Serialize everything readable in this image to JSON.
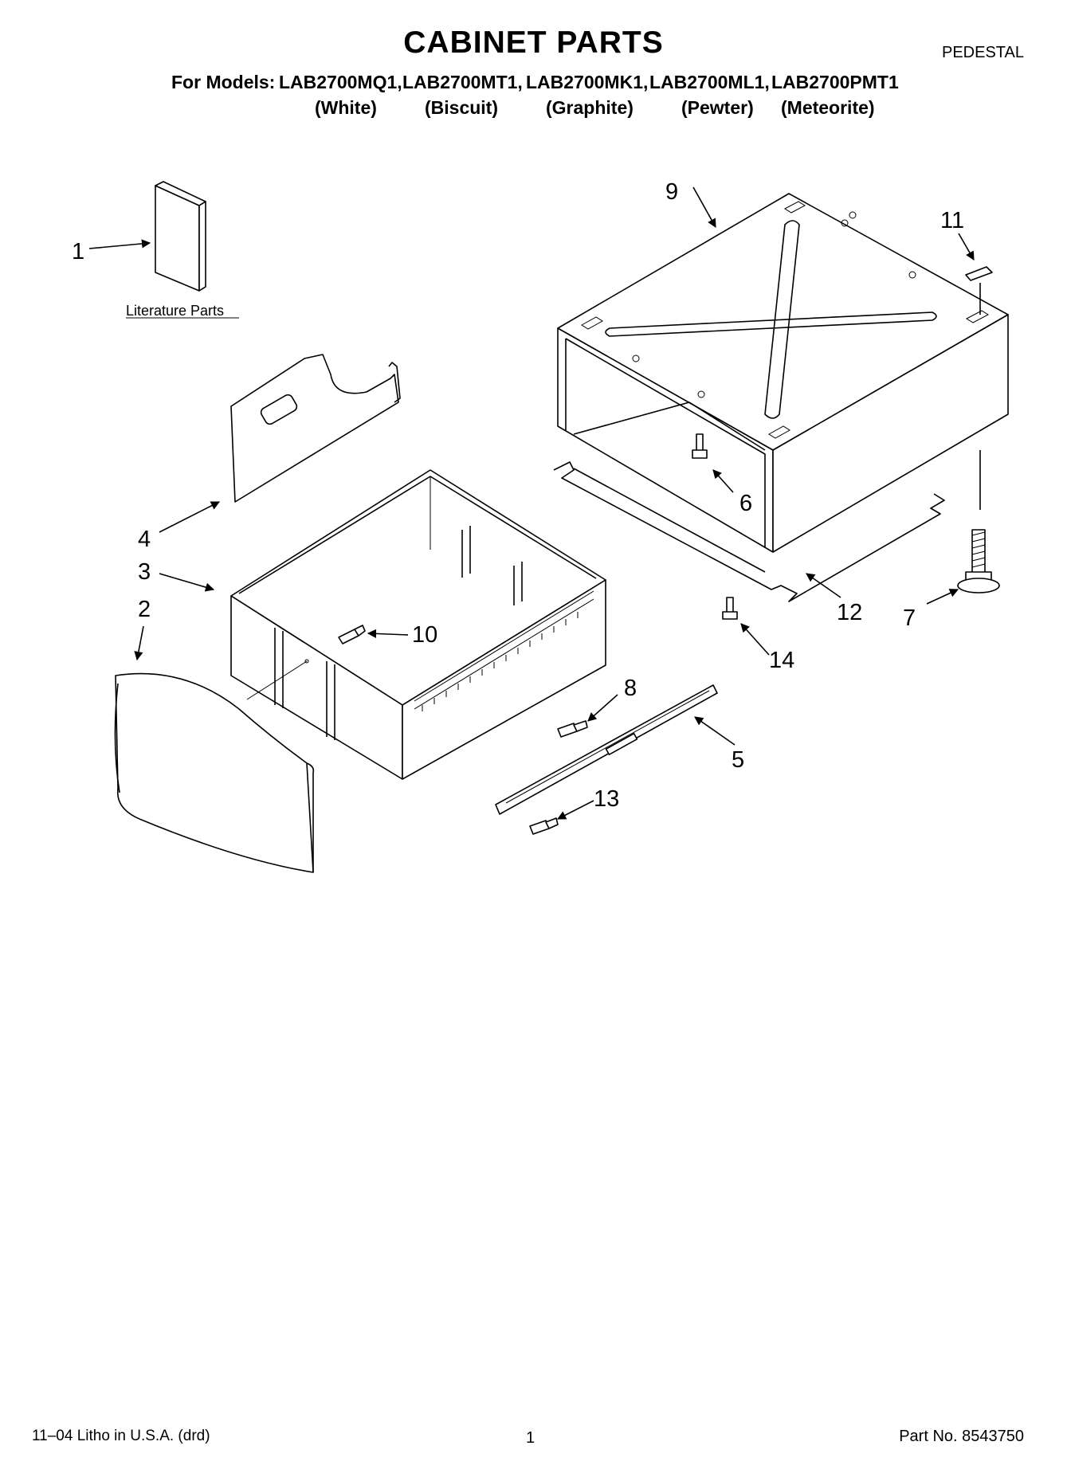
{
  "header": {
    "title": "CABINET PARTS",
    "section": "PEDESTAL",
    "models_prefix": "For Models:",
    "models": [
      {
        "model": "LAB2700MQ1,",
        "color": "(White)"
      },
      {
        "model": "LAB2700MT1,",
        "color": "(Biscuit)"
      },
      {
        "model": "LAB2700MK1,",
        "color": "(Graphite)"
      },
      {
        "model": "LAB2700ML1,",
        "color": "(Pewter)"
      },
      {
        "model": "LAB2700PMT1",
        "color": "(Meteorite)"
      }
    ]
  },
  "diagram": {
    "literature_label": "Literature Parts",
    "callouts": [
      "1",
      "2",
      "3",
      "4",
      "5",
      "6",
      "7",
      "8",
      "9",
      "10",
      "11",
      "12",
      "13",
      "14"
    ]
  },
  "footer": {
    "left": "11–04 Litho in U.S.A. (drd)",
    "page": "1",
    "part_no": "Part No. 8543750"
  }
}
